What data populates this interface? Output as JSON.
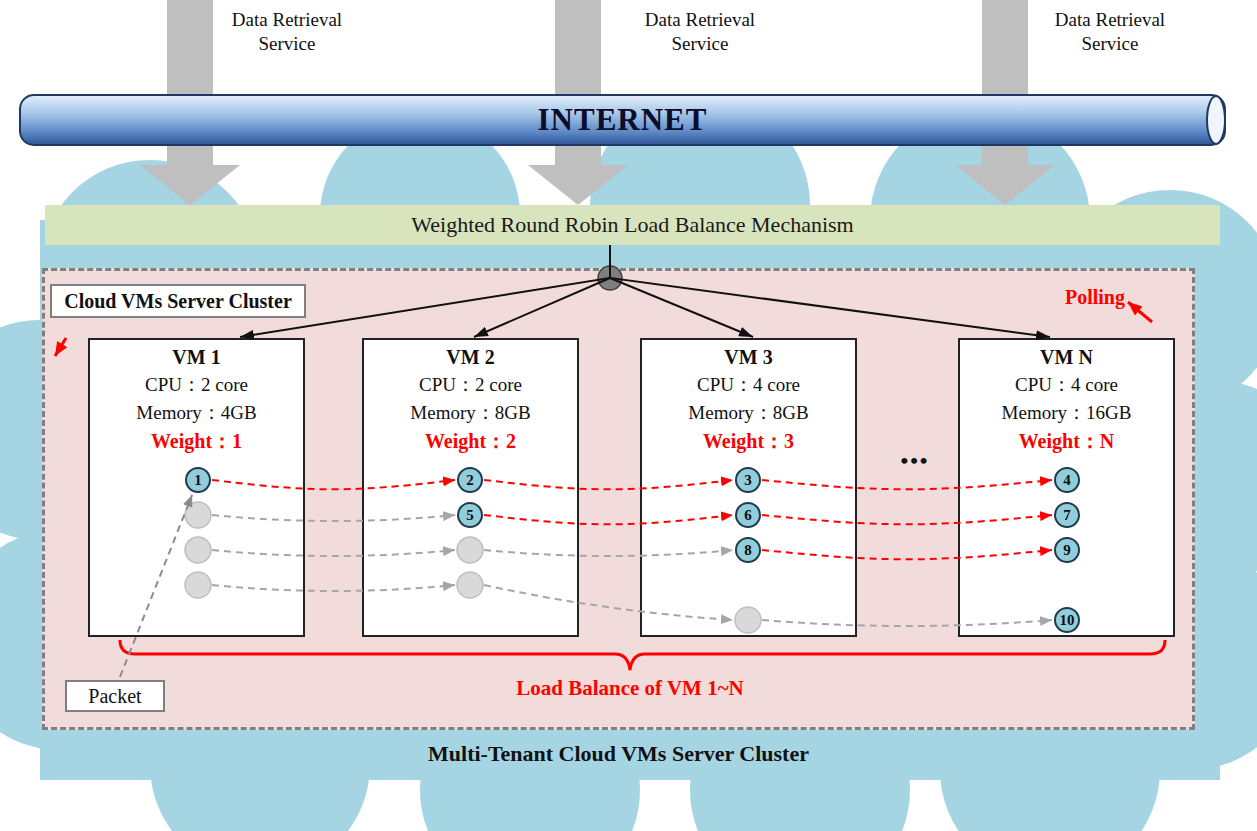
{
  "diagram": {
    "nodes": [
      {
        "text": [
          "INTERNET"
        ]
      },
      {
        "text": [
          "Weighted Round Robin Load Balance Mechanism"
        ]
      },
      {
        "text": [
          "Multi-Tenant Cloud VMs Server Cluster"
        ]
      },
      {
        "text": [
          "Cloud VMs Server Cluster"
        ],
        "in": 2
      },
      {
        "text": [
          "VM 1",
          "CPU：2 core",
          "Memory：4GB",
          "Weight：1"
        ],
        "in": 2
      },
      {
        "text": [
          "1"
        ],
        "in": 4
      },
      {
        "text": [
          "VM 2",
          "CPU：2 core",
          "Memory：8GB",
          "Weight：2"
        ],
        "in": 2
      },
      {
        "text": [
          "2"
        ],
        "in": 6
      },
      {
        "text": [
          "5"
        ],
        "in": 6
      },
      {
        "text": [
          "VM 3",
          "CPU：4 core",
          "Memory：8GB",
          "Weight：3"
        ],
        "in": 2
      },
      {
        "text": [
          "3"
        ],
        "in": 9
      },
      {
        "text": [
          "6"
        ],
        "in": 9
      },
      {
        "text": [
          "8"
        ],
        "in": 9
      },
      {
        "text": [
          "VM N",
          "CPU：4 core",
          "Memory：16GB",
          "Weight：N"
        ],
        "in": 2
      },
      {
        "text": [
          "4"
        ],
        "in": 13
      },
      {
        "text": [
          "7"
        ],
        "in": 13
      },
      {
        "text": [
          "9"
        ],
        "in": 13
      },
      {
        "text": [
          "10"
        ],
        "in": 13
      },
      {
        "text": [
          "Packet"
        ],
        "in": 2
      }
    ],
    "edges": [
      {
        "from": 0,
        "to": 1,
        "arrow": "to"
      },
      {
        "from": 0,
        "to": 1,
        "arrow": "to"
      },
      {
        "from": 0,
        "to": 1,
        "arrow": "to"
      },
      {
        "from": 1,
        "to": 4,
        "arrow": "to"
      },
      {
        "from": 1,
        "to": 6,
        "arrow": "to"
      },
      {
        "from": 1,
        "to": 9,
        "arrow": "to"
      },
      {
        "from": 1,
        "to": 13,
        "arrow": "to"
      },
      {
        "from": 5,
        "to": 7,
        "arrow": "to"
      },
      {
        "from": 7,
        "to": 10,
        "arrow": "to"
      },
      {
        "from": 10,
        "to": 14,
        "arrow": "to"
      },
      {
        "from": 8,
        "to": 11,
        "arrow": "to"
      },
      {
        "from": 11,
        "to": 15,
        "arrow": "to"
      },
      {
        "from": 12,
        "to": 16,
        "arrow": "to"
      },
      {
        "from": 18,
        "to": 5,
        "arrow": "to"
      }
    ],
    "labels": [
      "Data Retrieval Service",
      "Data Retrieval Service",
      "Data Retrieval Service",
      "Polling",
      "•••",
      "Load Balance of VM 1~N"
    ]
  }
}
